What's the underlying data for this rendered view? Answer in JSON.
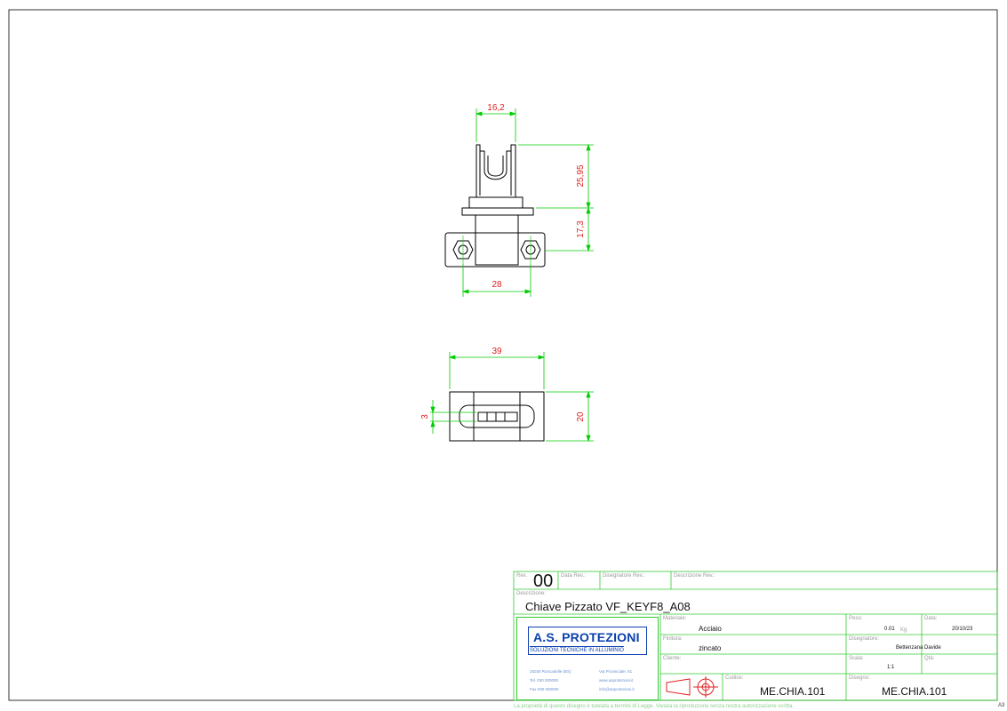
{
  "colors": {
    "geometry": "#000000",
    "dimension_line": "#00cc00",
    "dimension_text": "#e02020",
    "title_block": "#33cc33",
    "logo_blue": "#0a3fb0"
  },
  "dimensions": {
    "top_width": "16,2",
    "upper_height": "25,95",
    "lower_height": "17,3",
    "hole_spacing": "28",
    "side_width": "39",
    "side_height": "20",
    "slot_height": "3"
  },
  "title_block": {
    "rev_label": "Rev.",
    "rev_value": "00",
    "data_rev_label": "Data Rev.:",
    "disegnatore_rev_label": "Disegnatore Rev.:",
    "descrizione_rev_label": "Descrizione Rev.:",
    "descrizione_label": "Descrizione:",
    "descrizione_value": "Chiave Pizzato VF_KEYF8_A08",
    "materiale_label": "Materiale:",
    "materiale_value": "Acciaio",
    "finitura_label": "Finitura:",
    "finitura_value": "zincato",
    "cliente_label": "Cliente:",
    "codice_label": "Codice:",
    "codice_value": "ME.CHIA.101",
    "peso_label": "Peso:",
    "peso_value": "0.01",
    "peso_unit": "Kg",
    "data_label": "Data:",
    "data_value": "20/10/23",
    "disegnatore_label": "Disegnatore:",
    "disegnatore_value": "Bettenzana Davide",
    "scala_label": "Scala:",
    "scala_value": "1:1",
    "qta_label": "Qtà:",
    "disegno_label": "Disegno:",
    "disegno_value": "ME.CHIA.101"
  },
  "logo": {
    "name": "A.S. PROTEZIONI",
    "subtitle": "SOLUZIONI TECNICHE IN ALLUMINIO",
    "address": "25030 Roncadelle (BS)",
    "street": "Via Provinciale, 61",
    "tel": "Tel. 030 000000",
    "web": "www.asprotezioni.it",
    "fax": "Fax 030 000000",
    "email": "info@asprotezioni.it"
  },
  "footer_text": "La proprietà di questo disegno è tutelata a termini di Legge. Vietata la riproduzione senza nostra autorizzazione scritta.",
  "sheet_size": "A3"
}
